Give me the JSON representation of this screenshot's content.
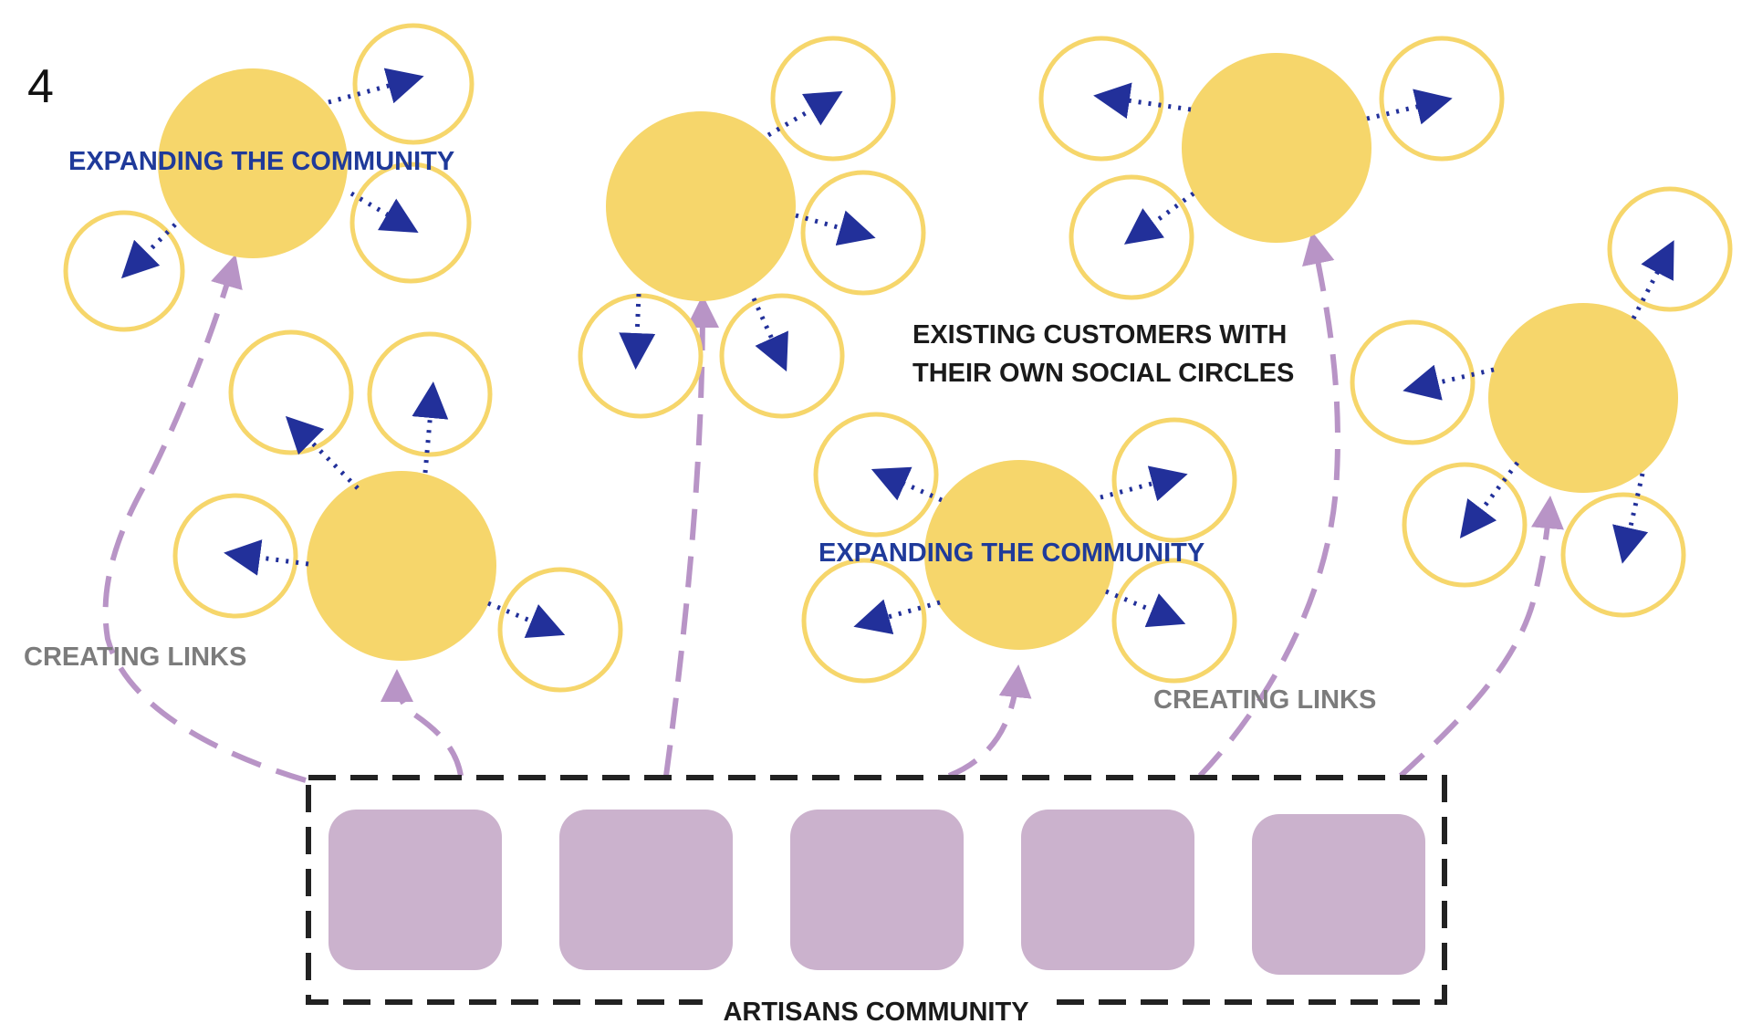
{
  "figure_number": "4",
  "labels": {
    "expanding_top": "EXPANDING THE COMMUNITY",
    "expanding_middle": "EXPANDING THE COMMUNITY",
    "existing_line1": "EXISTING CUSTOMERS WITH",
    "existing_line2": "THEIR OWN SOCIAL CIRCLES",
    "creating_links_left": "CREATING LINKS",
    "creating_links_right": "CREATING LINKS",
    "artisans": "ARTISANS COMMUNITY"
  },
  "colors": {
    "customer_fill": "#F6D66B",
    "circle_stroke": "#F6D66B",
    "arrow": "#22309A",
    "link": "#B894C6",
    "artisan_fill": "#CBB2CD",
    "box_stroke": "#222222",
    "title_blue": "#1F3A9A",
    "gray_text": "#7C7C7C",
    "black_text": "#1A1A1A"
  },
  "counts": {
    "customers": 6,
    "artisans": 5
  }
}
